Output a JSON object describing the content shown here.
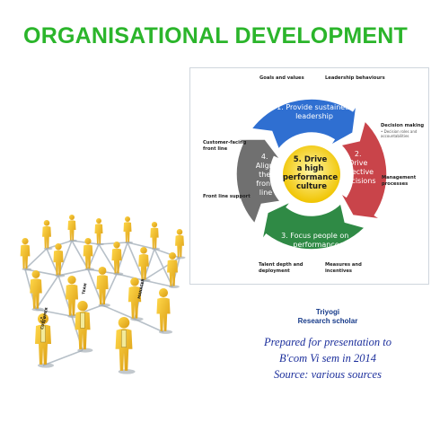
{
  "title": "ORGANISATIONAL DEVELOPMENT",
  "diagram": {
    "center": [
      "5. Drive",
      "a high",
      "performance",
      "culture"
    ],
    "segments": {
      "s1": [
        "1. Provide sustained",
        "leadership"
      ],
      "s2": [
        "2.",
        "Drive",
        "effective",
        "decisions"
      ],
      "s3": [
        "3. Focus people on",
        "performance"
      ],
      "s4": [
        "4.",
        "Align",
        "the",
        "front",
        "line"
      ]
    },
    "labels": {
      "goals": "Goals and values",
      "leadership_behaviours": "Leadership behaviours",
      "decision_making": "Decision making",
      "decision_sub1": "• Decision roles and",
      "decision_sub2": "  accountabilities",
      "management_processes_1": "Management",
      "management_processes_2": "processes",
      "measures_1": "Measures and",
      "measures_2": "incentives",
      "talent_1": "Talent depth and",
      "talent_2": "deployment",
      "front_line_support": "Front line support",
      "customer_facing_1": "Customer-facing",
      "customer_facing_2": "front line"
    },
    "colors": {
      "blue": "#2f6fd1",
      "red": "#c9444a",
      "green": "#2f8a45",
      "gray": "#707070",
      "center_fill": "#f5d400"
    }
  },
  "network_image": {
    "badge_text": [
      "CUSTOMER",
      "MANAGER",
      "TEAM"
    ]
  },
  "credits": {
    "name": "Triyogi",
    "role": "Research scholar",
    "lines": [
      "Prepared for presentation to",
      "B'com Vi sem in 2014",
      "Source: various sources"
    ]
  }
}
